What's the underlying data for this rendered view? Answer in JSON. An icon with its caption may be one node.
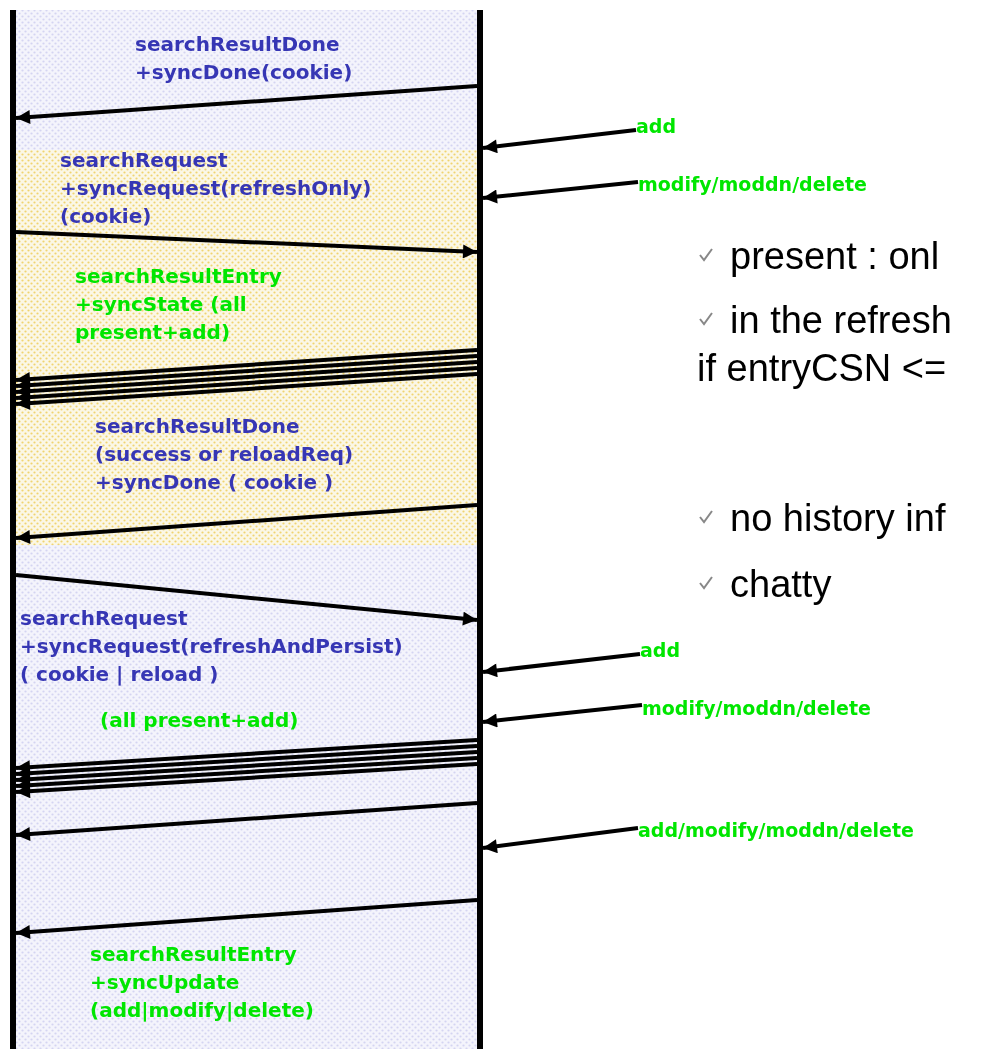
{
  "diagram": {
    "nodes": [
      {
        "text": [],
        "shape": "bar"
      },
      {
        "text": [],
        "shape": "bar"
      },
      {
        "text": [
          "add"
        ]
      },
      {
        "text": [
          "modify/moddn/delete"
        ]
      },
      {
        "text": [
          "add"
        ]
      },
      {
        "text": [
          "modify/moddn/delete"
        ]
      },
      {
        "text": [
          "add/modify/moddn/delete"
        ]
      }
    ],
    "edges": [
      {
        "from": 1,
        "to": 0,
        "arrow": "to",
        "label": "searchResultDone +syncDone(cookie)"
      },
      {
        "from": 2,
        "to": 1,
        "arrow": "to"
      },
      {
        "from": 3,
        "to": 1,
        "arrow": "to"
      },
      {
        "from": 0,
        "to": 1,
        "arrow": "to",
        "label": "searchRequest +syncRequest(refreshOnly) (cookie)"
      },
      {
        "from": 1,
        "to": 0,
        "arrow": "to",
        "label": "searchResultEntry +syncState (all present+add)"
      },
      {
        "from": 1,
        "to": 0,
        "arrow": "to"
      },
      {
        "from": 1,
        "to": 0,
        "arrow": "to"
      },
      {
        "from": 1,
        "to": 0,
        "arrow": "to"
      },
      {
        "from": 1,
        "to": 0,
        "arrow": "to"
      },
      {
        "from": 1,
        "to": 0,
        "arrow": "to",
        "label": "searchResultDone (success or reloadReq) +syncDone ( cookie )"
      },
      {
        "from": 0,
        "to": 1,
        "arrow": "to",
        "label": "searchRequest +syncRequest(refreshAndPersist) ( cookie | reload )"
      },
      {
        "from": 4,
        "to": 1,
        "arrow": "to"
      },
      {
        "from": 5,
        "to": 1,
        "arrow": "to"
      },
      {
        "from": 1,
        "to": 0,
        "arrow": "to",
        "label": "(all present+add)"
      },
      {
        "from": 1,
        "to": 0,
        "arrow": "to"
      },
      {
        "from": 1,
        "to": 0,
        "arrow": "to"
      },
      {
        "from": 1,
        "to": 0,
        "arrow": "to"
      },
      {
        "from": 1,
        "to": 0,
        "arrow": "to"
      },
      {
        "from": 1,
        "to": 0,
        "arrow": "to"
      },
      {
        "from": 6,
        "to": 1,
        "arrow": "to"
      },
      {
        "from": 1,
        "to": 0,
        "arrow": "to",
        "label": "searchResultEntry +syncUpdate (add|modify|delete)"
      }
    ],
    "labels": [
      "present : onl",
      "in the refresh",
      "if entryCSN <=",
      "no history inf",
      "chatty"
    ]
  }
}
